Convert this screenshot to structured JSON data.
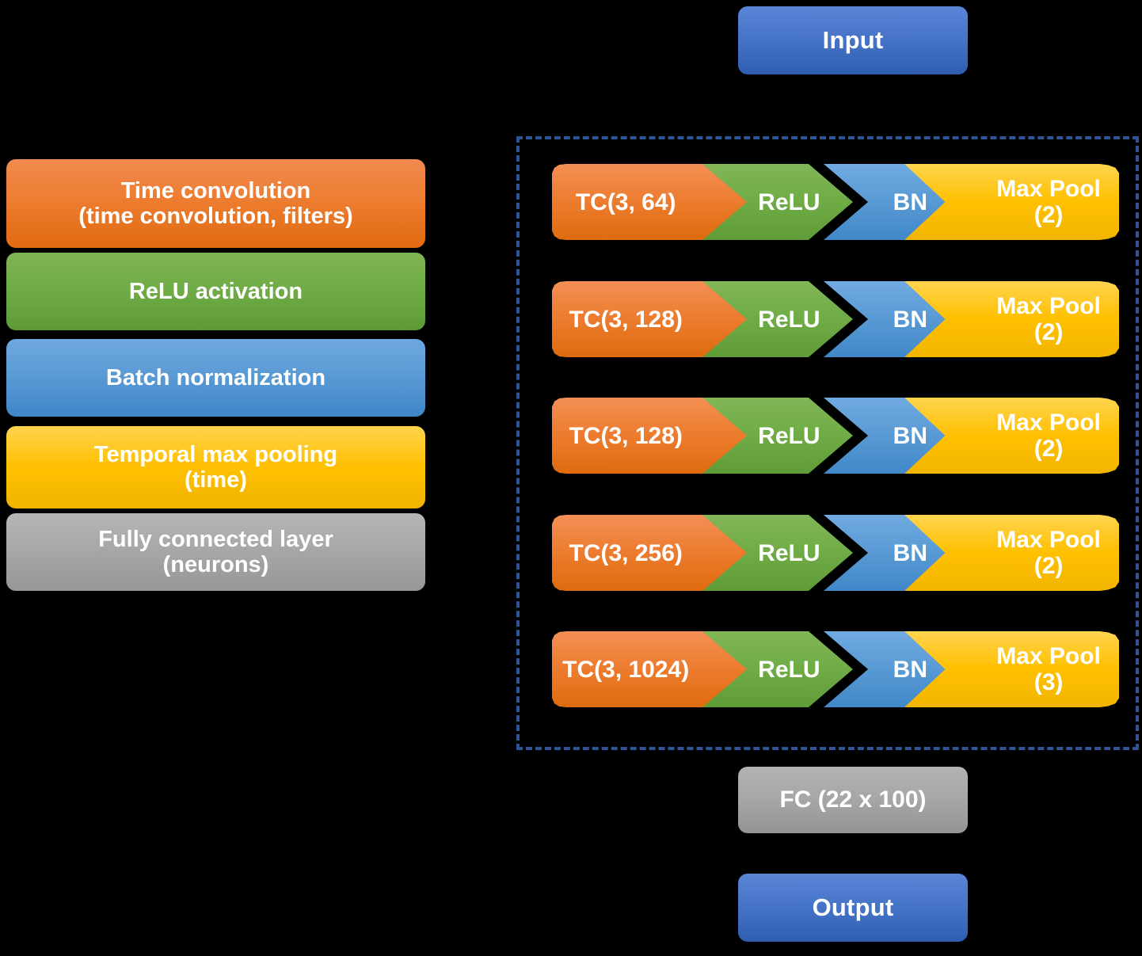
{
  "diagram": {
    "title_blocks": {
      "input_label": "Input",
      "output_label": "Output",
      "fc_label": "FC (22 x 100)"
    },
    "legend": {
      "items": [
        {
          "id": "time-convolution",
          "color": "#ED7D31",
          "line1": "Time convolution",
          "line2": "(time convolution, filters)"
        },
        {
          "id": "relu-activation",
          "color": "#70AD47",
          "line1": "ReLU activation",
          "line2": ""
        },
        {
          "id": "batch-normalization",
          "color": "#5B9BD5",
          "line1": "Batch normalization",
          "line2": ""
        },
        {
          "id": "temporal-max-pooling",
          "color": "#FFC000",
          "line1": "Temporal max pooling",
          "line2": "(time)"
        },
        {
          "id": "fully-connected-layer",
          "color": "#A6A6A6",
          "line1": "Fully connected layer",
          "line2": "(neurons)"
        }
      ]
    },
    "pipeline": {
      "border_color": "#2F5597",
      "rows": [
        {
          "conv": "TC(3, 64)",
          "act": "ReLU",
          "norm": "BN",
          "pool_line1": "Max Pool",
          "pool_line2": "(2)"
        },
        {
          "conv": "TC(3, 128)",
          "act": "ReLU",
          "norm": "BN",
          "pool_line1": "Max Pool",
          "pool_line2": "(2)"
        },
        {
          "conv": "TC(3, 128)",
          "act": "ReLU",
          "norm": "BN",
          "pool_line1": "Max Pool",
          "pool_line2": "(2)"
        },
        {
          "conv": "TC(3, 256)",
          "act": "ReLU",
          "norm": "BN",
          "pool_line1": "Max Pool",
          "pool_line2": "(2)"
        },
        {
          "conv": "TC(3, 1024)",
          "act": "ReLU",
          "norm": "BN",
          "pool_line1": "Max Pool",
          "pool_line2": "(3)"
        }
      ]
    }
  }
}
